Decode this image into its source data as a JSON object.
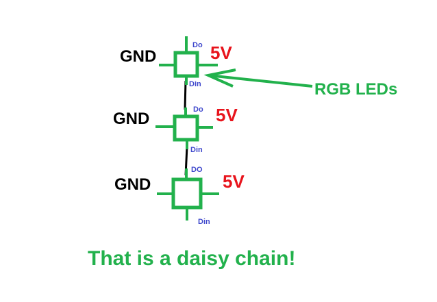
{
  "leds": [
    {
      "gnd_label": "GND",
      "vcc_label": "5V",
      "out_pin": "Do",
      "in_pin": "Din"
    },
    {
      "gnd_label": "GND",
      "vcc_label": "5V",
      "out_pin": "Do",
      "in_pin": "Din"
    },
    {
      "gnd_label": "GND",
      "vcc_label": "5V",
      "out_pin": "DO",
      "in_pin": "Din"
    }
  ],
  "callout": {
    "label": "RGB LEDs"
  },
  "caption": "That is a daisy chain!",
  "colors": {
    "led": "#22b14c",
    "power": "#e8141c",
    "pin": "#3f48cc",
    "wire": "#000000"
  }
}
